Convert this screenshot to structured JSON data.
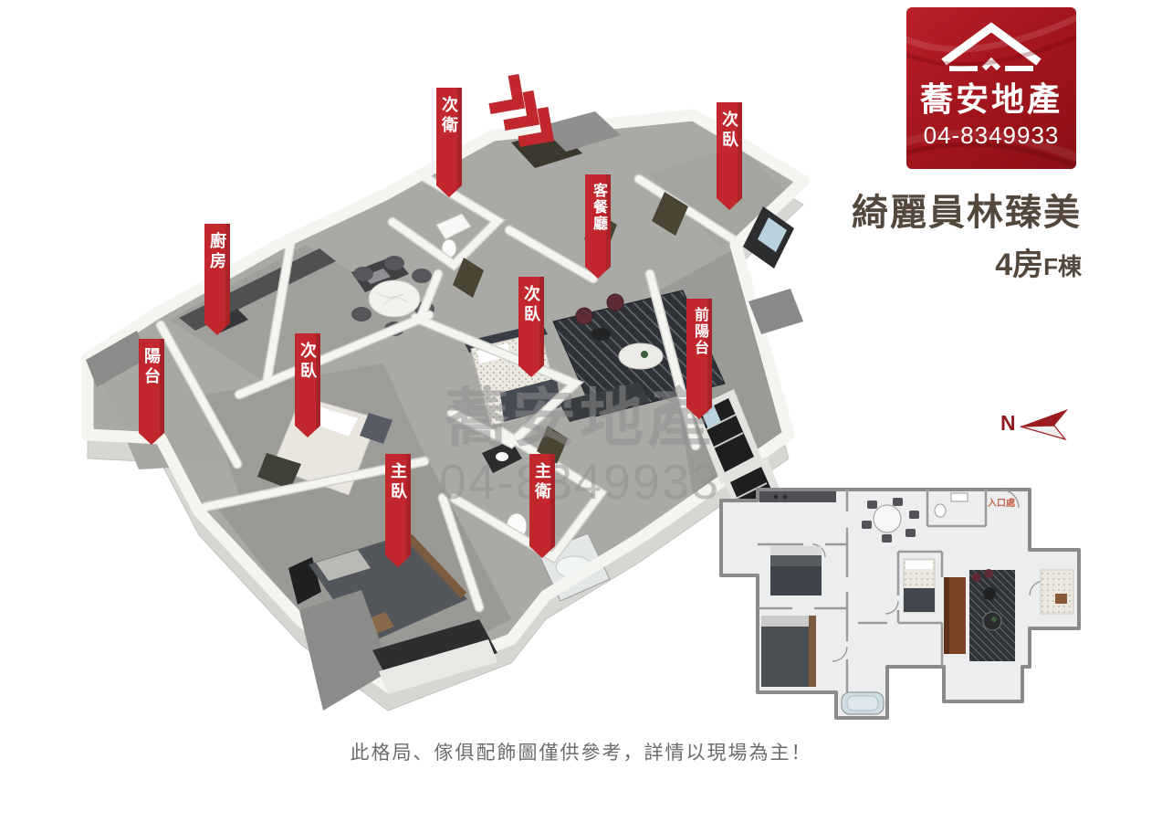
{
  "brand": {
    "name": "蕎安地產",
    "phone": "04-8349933"
  },
  "listing": {
    "title": "綺麗員林臻美",
    "unit_main": "4房",
    "unit_sub": "F棟"
  },
  "compass": {
    "north_label": "N"
  },
  "watermark": {
    "brand": "蕎安地產",
    "phone": "04-8349933"
  },
  "rooms": [
    {
      "label": "次衛"
    },
    {
      "label": "次臥"
    },
    {
      "label": "客餐廳"
    },
    {
      "label": "廚房"
    },
    {
      "label": "陽台"
    },
    {
      "label": "次臥"
    },
    {
      "label": "次臥"
    },
    {
      "label": "前陽台"
    },
    {
      "label": "主臥"
    },
    {
      "label": "主衛"
    }
  ],
  "mini_plan": {
    "entrance_label": "入口處"
  },
  "disclaimer": "此格局、傢俱配飾圖僅供參考，詳情以現場為主！",
  "colors": {
    "label_red": "#c1272d",
    "logo_red": "#a5161d",
    "title_text": "#54483d"
  }
}
